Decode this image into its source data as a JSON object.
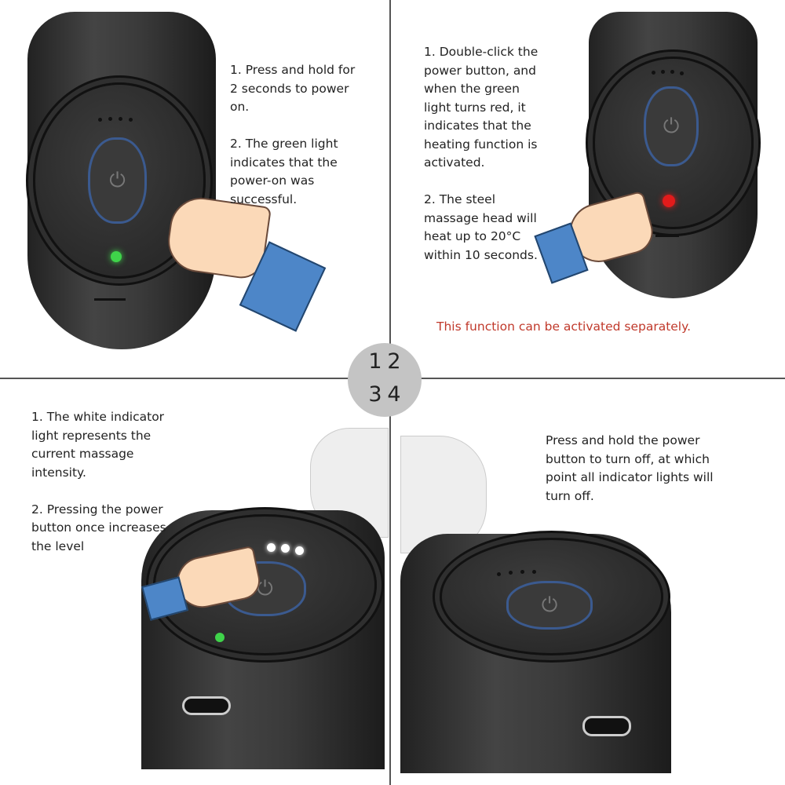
{
  "panels": [
    {
      "number": "1",
      "text": "1. Press and hold for\n2 seconds to power\non.\n\n2. The green light\nindicates that the\npower-on was\nsuccessful."
    },
    {
      "number": "2",
      "text": "1. Double-click the\npower button, and\nwhen the green\nlight turns red, it\nindicates that the\nheating function is\nactivated.\n\n2. The steel\nmassage head will\nheat up to 20°C\nwithin 10 seconds.",
      "note": "This function can be activated separately."
    },
    {
      "number": "3",
      "text": "1. The white indicator\nlight represents the\ncurrent massage\nintensity.\n\n2. Pressing the power\nbutton once increases\nthe level"
    },
    {
      "number": "4",
      "text": "Press and hold the power\nbutton to turn off, at which\npoint all indicator lights will\nturn off."
    }
  ],
  "colors": {
    "note": "#c0392b",
    "green_led": "#3fd34a",
    "red_led": "#e21b1b",
    "white_led": "#ffffff"
  }
}
